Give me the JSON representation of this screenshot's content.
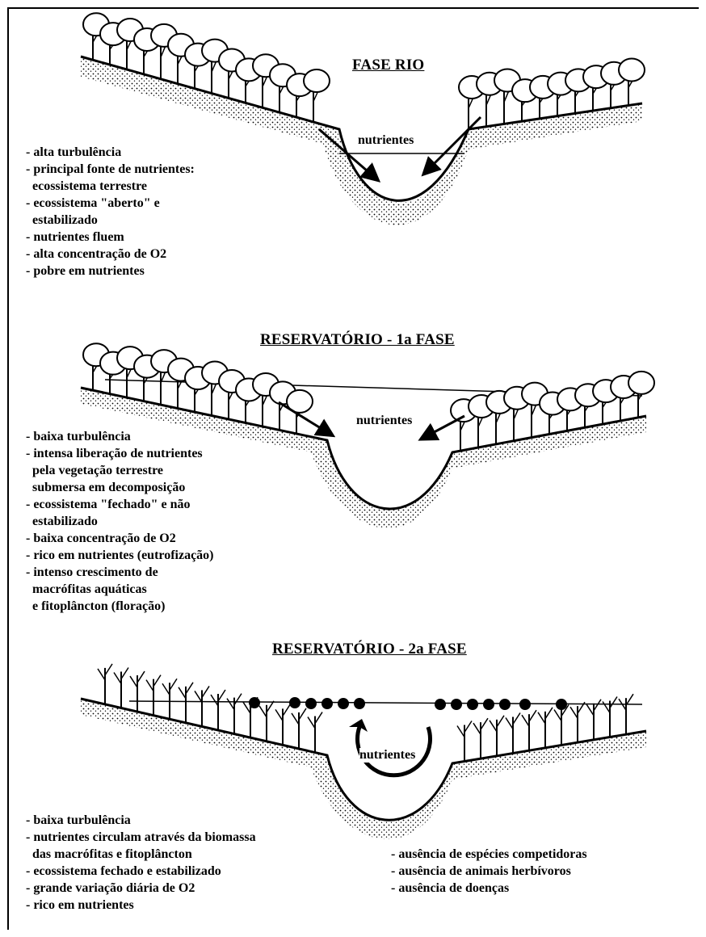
{
  "panels": [
    {
      "title": "FASE RIO",
      "center_label": "nutrientes",
      "notes": [
        "- alta turbulência",
        "- principal fonte de nutrientes:",
        "  ecossistema terrestre",
        "- ecossistema \"aberto\" e",
        "  estabilizado",
        "- nutrientes fluem",
        "- alta concentração de O2",
        "- pobre em nutrientes"
      ]
    },
    {
      "title": "RESERVATÓRIO - 1a FASE",
      "center_label": "nutrientes",
      "notes": [
        "- baixa turbulência",
        "- intensa liberação de nutrientes",
        "  pela vegetação terrestre",
        "  submersa em decomposição",
        "- ecossistema \"fechado\" e não",
        "  estabilizado",
        "- baixa concentração de O2",
        "- rico em nutrientes (eutrofização)",
        "- intenso crescimento de",
        "  macrófitas aquáticas",
        "  e fitoplâncton (floração)"
      ]
    },
    {
      "title": "RESERVATÓRIO -  2a FASE",
      "center_label": "nutrientes",
      "notes": [
        "- baixa turbulência",
        "- nutrientes circulam através da biomassa",
        "  das macrófitas e fitoplâncton",
        "- ecossistema fechado e estabilizado",
        "- grande variação diária de O2",
        "- rico em nutrientes"
      ],
      "notes_right": [
        "- ausência de espécies competidoras",
        "- ausência de animais herbívoros",
        "- ausência de doenças"
      ]
    }
  ]
}
